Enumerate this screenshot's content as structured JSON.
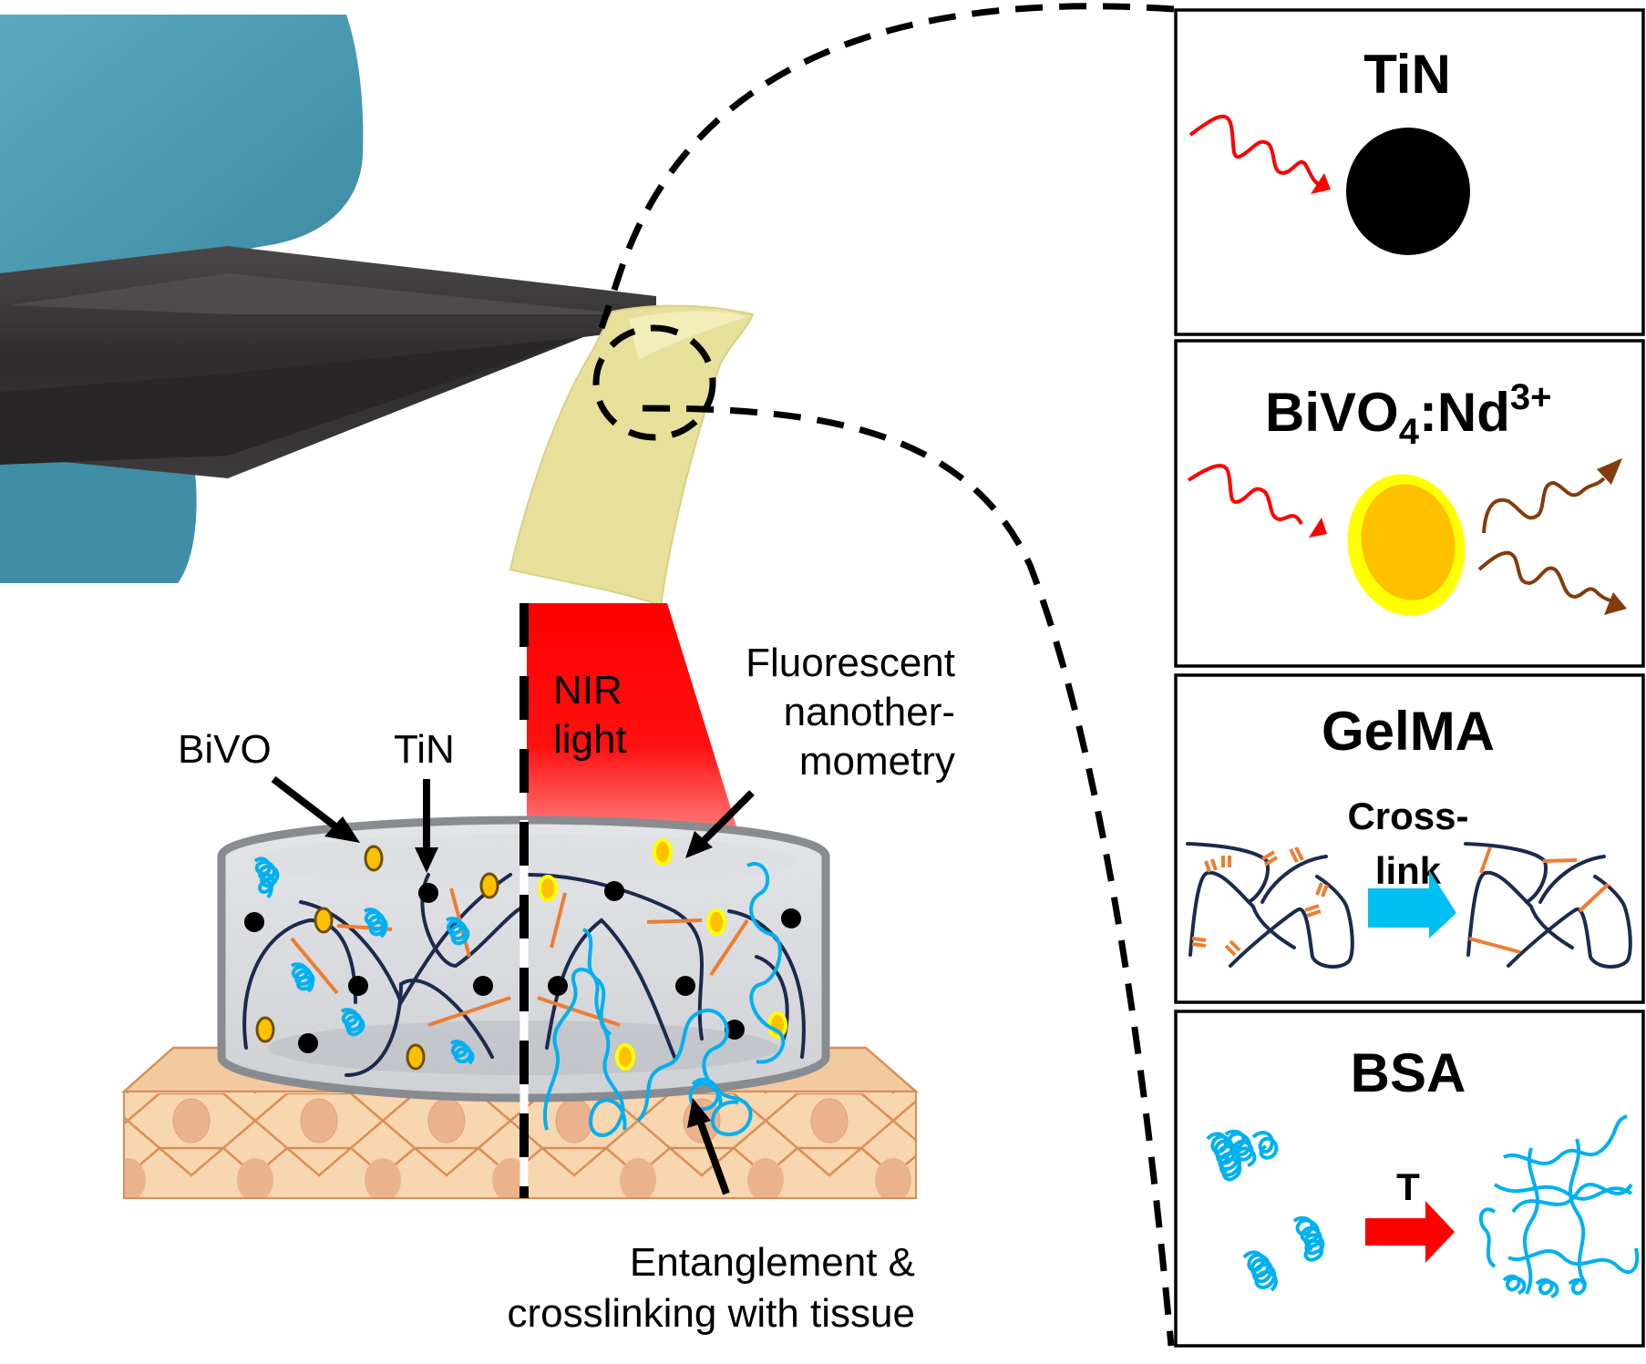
{
  "photo": {
    "description": "Gloved hand holding tweezers gripping a yellow hydrogel film",
    "glove_color": "#4597ae",
    "film_color": "#e6e09a"
  },
  "schematic": {
    "labels": {
      "bivo": "BiVO",
      "tin": "TiN",
      "nir_line1": "NIR",
      "nir_line2": "light",
      "fluor_line1": "Fluorescent",
      "fluor_line2": "nanother-",
      "fluor_line3": "mometry",
      "tissue_line1": "Entanglement &",
      "tissue_line2": "crosslinking with tissue"
    },
    "colors": {
      "nir_beam": "#ff0000",
      "tin_particle": "#000000",
      "bivo_particle_fill": "#ffc000",
      "bivo_particle_ring_off": "#6b4f00",
      "bivo_particle_ring_on": "#ffff00",
      "gelma_chain": "#1b2a4e",
      "crosslink": "#ed7d31",
      "bsa": "#00b0f0",
      "tissue_fill": "#f7d6b0",
      "tissue_line": "#d98e56",
      "tissue_nucleus": "#ebb28e"
    }
  },
  "panels": [
    {
      "id": "tin",
      "title": "TiN"
    },
    {
      "id": "bivo4",
      "title_main": "BiVO",
      "title_sub": "4",
      "title_mid": ":Nd",
      "title_sup": "3+"
    },
    {
      "id": "gelma",
      "title": "GelMA",
      "arrow_label_line1": "Cross-",
      "arrow_label_line2": "link",
      "arrow_color": "#00bff3"
    },
    {
      "id": "bsa",
      "title": "BSA",
      "arrow_label": "T",
      "arrow_color": "#ff0000"
    }
  ]
}
